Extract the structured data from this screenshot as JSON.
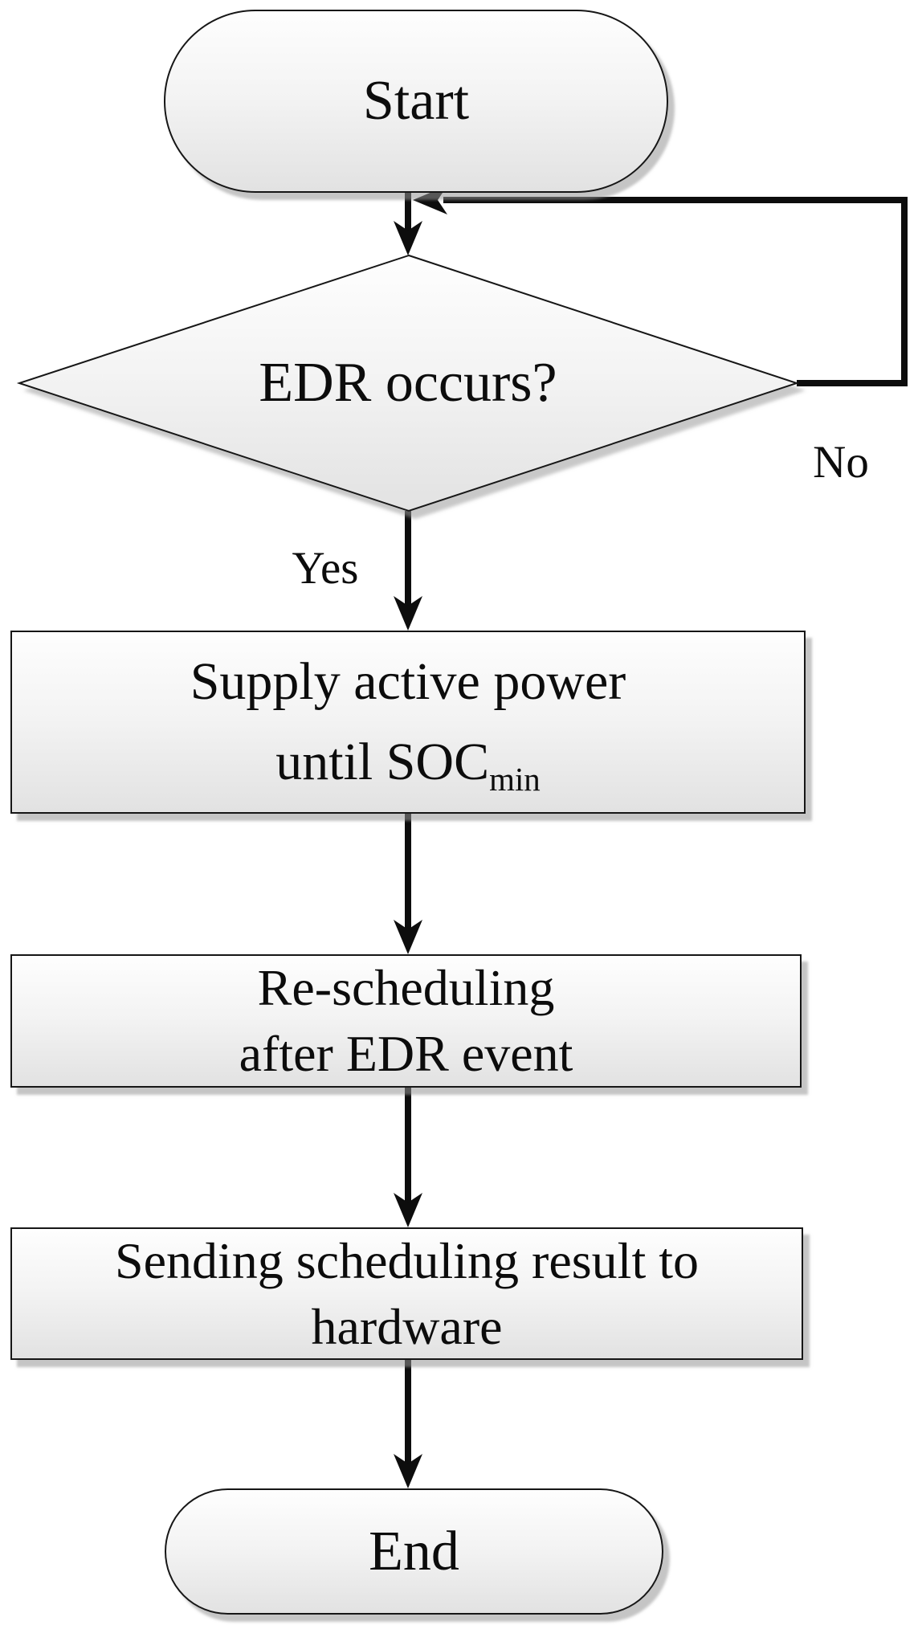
{
  "nodes": {
    "start": {
      "label": "Start",
      "shape": "terminator"
    },
    "decision": {
      "label": "EDR occurs?",
      "shape": "diamond"
    },
    "process1": {
      "line1": "Supply active power",
      "line2_main": "until SOC",
      "line2_sub": "min",
      "shape": "process"
    },
    "process2": {
      "line1": "Re-scheduling",
      "line2": "after EDR event",
      "shape": "process"
    },
    "process3": {
      "line1": "Sending scheduling result to",
      "line2": "hardware",
      "shape": "process"
    },
    "end": {
      "label": "End",
      "shape": "terminator"
    }
  },
  "edges": {
    "yes_label": "Yes",
    "no_label": "No"
  },
  "colors": {
    "shape_fill_top": "#fefefe",
    "shape_fill_bottom": "#e2e2e2",
    "shape_border": "#161616",
    "connector": "#0d0d0d",
    "shadow": "#9b9b9b",
    "background": "#ffffff"
  }
}
